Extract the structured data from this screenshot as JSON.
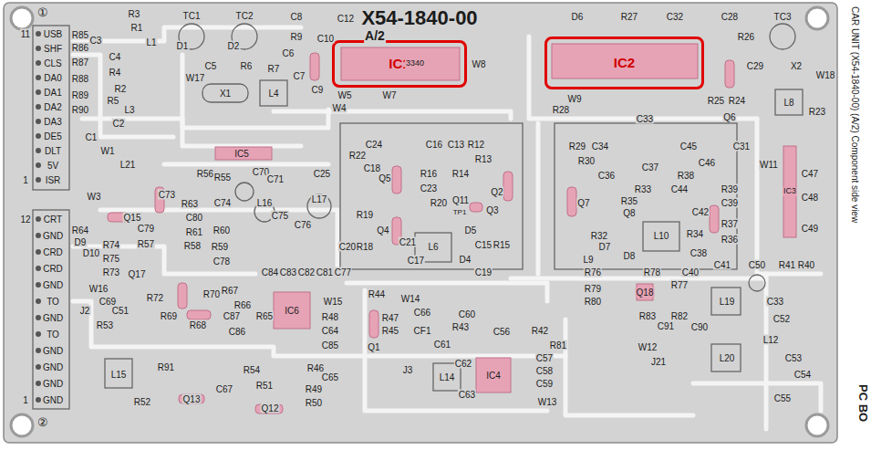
{
  "diagram": {
    "nodes": [
      {
        "text": [
          "IC1"
        ]
      },
      {
        "text": [
          "IC2"
        ]
      }
    ],
    "labels": [
      "X54-1840-00",
      "A/2",
      "C12",
      "①",
      "②",
      "CAR UNIT (X54-1840-00) (A/2) Component side view",
      "PC BO",
      "3340",
      "11",
      "USB",
      "SHF",
      "CLS",
      "DA0",
      "DA1",
      "DA2",
      "DA3",
      "DE5",
      "DLT",
      "5V",
      "ISR",
      "1",
      "12",
      "CRT",
      "GND",
      "CRD",
      "CRD",
      "GND",
      "TO",
      "GND",
      "TO",
      "GND",
      "GND",
      "GND",
      "GND",
      "1",
      "R3",
      "R1",
      "TC1",
      "TC2",
      "C8",
      "R9",
      "C10",
      "D6",
      "R27",
      "C32",
      "C28",
      "TC3",
      "R26",
      "C3",
      "C4",
      "R4",
      "L1",
      "R2",
      "R5",
      "L3",
      "D1",
      "D2",
      "C5",
      "R6",
      "R7",
      "C6",
      "C7",
      "W17",
      "X1",
      "L4",
      "C9",
      "W5",
      "W7",
      "W8",
      "W4",
      "R85",
      "R86",
      "R87",
      "R88",
      "R89",
      "R90",
      "C1",
      "C2",
      "L21",
      "W1",
      "IC5",
      "C70",
      "C71",
      "C25",
      "R56",
      "R55",
      "W3",
      "C73",
      "R63",
      "C74",
      "L16",
      "L17",
      "C75",
      "C76",
      "Q15",
      "R64",
      "C79",
      "C80",
      "R61",
      "R60",
      "R58",
      "R59",
      "C78",
      "R57",
      "R74",
      "R75",
      "R73",
      "D9",
      "D10",
      "Q17",
      "W16",
      "C69",
      "J2",
      "C51",
      "R53",
      "R72",
      "R69",
      "R68",
      "R66",
      "R67",
      "R70",
      "C87",
      "C86",
      "R65",
      "C84",
      "C83",
      "C82",
      "C81",
      "C77",
      "IC6",
      "W15",
      "R48",
      "C64",
      "C85",
      "R44",
      "W14",
      "C66",
      "R47",
      "R45",
      "Q1",
      "CF1",
      "R43",
      "C60",
      "C61",
      "R46",
      "C65",
      "J3",
      "L14",
      "IC4",
      "C62",
      "C63",
      "C56",
      "R42",
      "C57",
      "C58",
      "C59",
      "R81",
      "W13",
      "R54",
      "R51",
      "R49",
      "R50",
      "Q12",
      "C67",
      "Q13",
      "R52",
      "L15",
      "R91",
      "C24",
      "R22",
      "C18",
      "C16",
      "C13",
      "R12",
      "R16",
      "C23",
      "R14",
      "R13",
      "Q3",
      "R20",
      "Q11",
      "TP1",
      "D5",
      "C15",
      "R15",
      "D4",
      "L6",
      "R19",
      "R18",
      "C20",
      "C21",
      "C17",
      "C19",
      "R76",
      "R78",
      "C40",
      "R79",
      "R80",
      "Q18",
      "R77",
      "R83",
      "R82",
      "C91",
      "C90",
      "W12",
      "J21",
      "L19",
      "L20",
      "C50",
      "C33",
      "C52",
      "C53",
      "C54",
      "C55",
      "L12",
      "R41",
      "R40",
      "C49",
      "C48",
      "C47",
      "IC3",
      "W11",
      "W9",
      "C33",
      "R29",
      "C34",
      "R30",
      "C36",
      "C37",
      "C45",
      "C44",
      "R33",
      "R38",
      "C46",
      "R39",
      "C39",
      "R35",
      "Q8",
      "Q7",
      "R32",
      "D7",
      "D8",
      "L9",
      "L10",
      "R34",
      "C42",
      "C38",
      "R36",
      "R37",
      "C41",
      "R28",
      "R25",
      "R24",
      "Q6",
      "X2",
      "W18",
      "R23",
      "L8",
      "C29",
      "C31",
      "Q5",
      "Q4",
      "Q2"
    ]
  }
}
